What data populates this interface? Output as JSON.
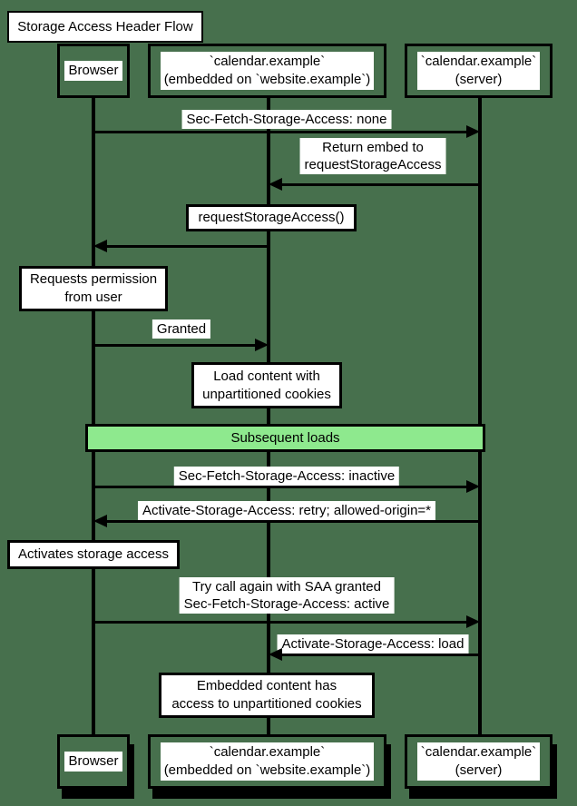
{
  "title": "Storage Access Header Flow",
  "colors": {
    "background": "#47704D",
    "band_fill": "#8EE98E",
    "stroke": "#000000",
    "label_background": "#FFFFFF"
  },
  "participants": {
    "browser": {
      "label": "Browser"
    },
    "embed": {
      "line1": "`calendar.example`",
      "line2": "(embedded on `website.example`)"
    },
    "server": {
      "line1": "`calendar.example`",
      "line2": "(server)"
    }
  },
  "messages": {
    "m1": {
      "label": "Sec-Fetch-Storage-Access: none",
      "from": "Browser",
      "to": "server",
      "direction": "right"
    },
    "m2": {
      "line1": "Return embed to",
      "line2": "requestStorageAccess",
      "from": "server",
      "to": "embed",
      "direction": "left"
    },
    "m3": {
      "label": "",
      "from": "embed",
      "to": "Browser",
      "direction": "left"
    },
    "m4": {
      "label": "Granted",
      "from": "Browser",
      "to": "embed",
      "direction": "right"
    },
    "m5": {
      "label": "Sec-Fetch-Storage-Access: inactive",
      "from": "Browser",
      "to": "server",
      "direction": "right"
    },
    "m6": {
      "label": "Activate-Storage-Access: retry; allowed-origin=*",
      "from": "server",
      "to": "Browser",
      "direction": "left"
    },
    "m7": {
      "line1": "Try call again with SAA granted",
      "line2": "Sec-Fetch-Storage-Access: active",
      "from": "Browser",
      "to": "server",
      "direction": "right"
    },
    "m8": {
      "label": "Activate-Storage-Access: load",
      "from": "server",
      "to": "embed",
      "direction": "left"
    }
  },
  "notes": {
    "request_storage_access": {
      "label": "requestStorageAccess()"
    },
    "requests_permission": {
      "line1": "Requests permission",
      "line2": "from user"
    },
    "load_content": {
      "line1": "Load content with",
      "line2": "unpartitioned cookies"
    },
    "activates_storage": {
      "label": "Activates storage access"
    },
    "embedded_content": {
      "line1": "Embedded content has",
      "line2": "access to unpartitioned cookies"
    }
  },
  "band": {
    "label": "Subsequent loads"
  }
}
